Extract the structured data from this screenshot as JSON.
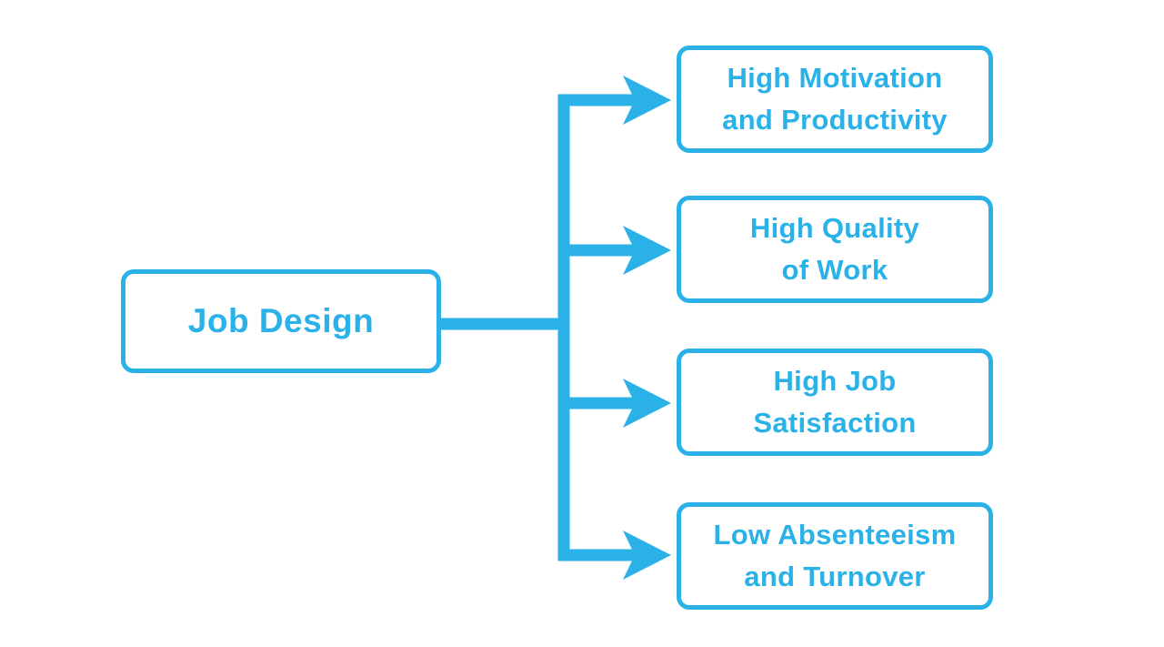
{
  "diagram": {
    "accent_color": "#2AB2E8",
    "background_color": "#FFFFFF",
    "root": {
      "label": "Job Design"
    },
    "children": [
      {
        "label": "High Motivation and Productivity",
        "lines": [
          "High Motivation",
          "and Productivity"
        ]
      },
      {
        "label": "High Quality of Work",
        "lines": [
          "High Quality",
          "of Work"
        ]
      },
      {
        "label": "High Job Satisfaction",
        "lines": [
          "High Job",
          "Satisfaction"
        ]
      },
      {
        "label": "Low Absenteeism and Turnover",
        "lines": [
          "Low Absenteeism",
          "and Turnover"
        ]
      }
    ]
  }
}
